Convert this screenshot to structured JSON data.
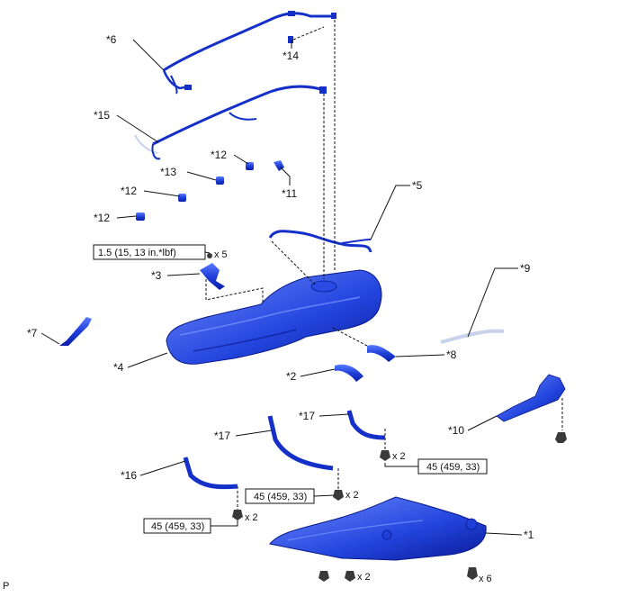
{
  "callouts": {
    "c1": "*1",
    "c2": "*2",
    "c3": "*3",
    "c4": "*4",
    "c5": "*5",
    "c6": "*6",
    "c7": "*7",
    "c8": "*8",
    "c9": "*9",
    "c10": "*10",
    "c11": "*11",
    "c12a": "*12",
    "c12b": "*12",
    "c12c": "*12",
    "c13": "*13",
    "c14": "*14",
    "c15": "*15",
    "c16": "*16",
    "c17a": "*17",
    "c17b": "*17"
  },
  "torques": {
    "t_small": "1.5 (15, 13 in.*lbf)",
    "t_strap_right": "45 (459, 33)",
    "t_strap_mid": "45 (459, 33)",
    "t_strap_left": "45 (459, 33)"
  },
  "quantities": {
    "q_x5": "x 5",
    "q_x2_right": "x 2",
    "q_x2_mid": "x 2",
    "q_x2_left": "x 2",
    "q_x2_bottom": "x 2",
    "q_x6": "x 6"
  },
  "corner_mark": "P",
  "colors": {
    "part_dark": "#0a1ea8",
    "part_mid": "#1f3fd9",
    "part_light": "#5a7cff",
    "hose_light": "#c8d2ea",
    "bolt": "#3a3a3a"
  }
}
